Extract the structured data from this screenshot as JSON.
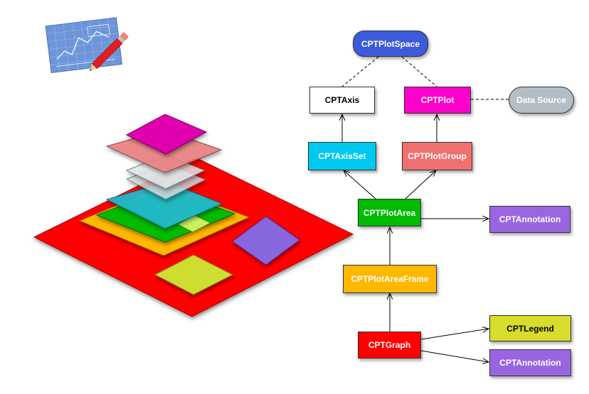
{
  "nodes": {
    "plotspace": {
      "label": "CPTPlotSpace",
      "color": "#3b5bdb",
      "text": "#ffffff"
    },
    "axis": {
      "label": "CPTAxis",
      "color": "#ffffff",
      "text": "#000000"
    },
    "plot": {
      "label": "CPTPlot",
      "color": "#ff00cc",
      "text": "#ffffff"
    },
    "datasource": {
      "label": "Data Source",
      "color": "#b4bec6",
      "text": "#ffffff"
    },
    "axisset": {
      "label": "CPTAxisSet",
      "color": "#00c8f0",
      "text": "#ffffff"
    },
    "plotgroup": {
      "label": "CPTPlotGroup",
      "color": "#f07070",
      "text": "#ffffff"
    },
    "plotarea": {
      "label": "CPTPlotArea",
      "color": "#00bb00",
      "text": "#ffffff"
    },
    "annotation1": {
      "label": "CPTAnnotation",
      "color": "#9966e0",
      "text": "#ffffff"
    },
    "plotareaframe": {
      "label": "CPTPlotAreaFrame",
      "color": "#ffb800",
      "text": "#ffffff"
    },
    "graph": {
      "label": "CPTGraph",
      "color": "#ff0000",
      "text": "#ffffff"
    },
    "legend": {
      "label": "CPTLegend",
      "color": "#d8dc2a",
      "text": "#000000"
    },
    "annotation2": {
      "label": "CPTAnnotation",
      "color": "#9966e0",
      "text": "#ffffff"
    }
  },
  "icon": "graph-paper-pencil-icon",
  "layer_colors": {
    "graph": "#ff0000",
    "frame": "#ffb800",
    "plot_area": "#00bb00",
    "plot_area_inner": "#c8f060",
    "axis_set": "#22b8cc",
    "grid": "#cfd6d8",
    "plot_group": "#e88080",
    "plot": "#e000b0",
    "annotation": "#8866dd",
    "legend": "#cfdc30"
  }
}
